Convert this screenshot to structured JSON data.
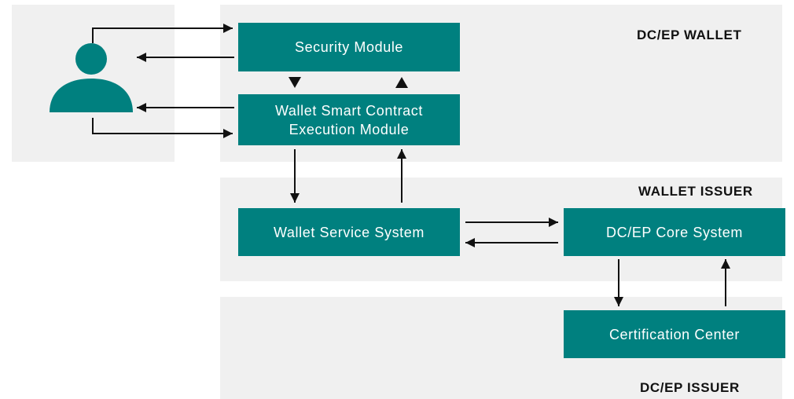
{
  "regions": {
    "wallet": "DC/EP WALLET",
    "wallet_issuer": "WALLET ISSUER",
    "dcep_issuer": "DC/EP ISSUER"
  },
  "boxes": {
    "security_module": "Security Module",
    "smart_contract_line1": "Wallet Smart Contract",
    "smart_contract_line2": "Execution Module",
    "wallet_service": "Wallet Service System",
    "core_system": "DC/EP Core System",
    "certification_center": "Certification Center"
  },
  "colors": {
    "box_fill": "#00807f",
    "panel_fill": "#f0f0f0",
    "user_icon": "#00807f"
  }
}
